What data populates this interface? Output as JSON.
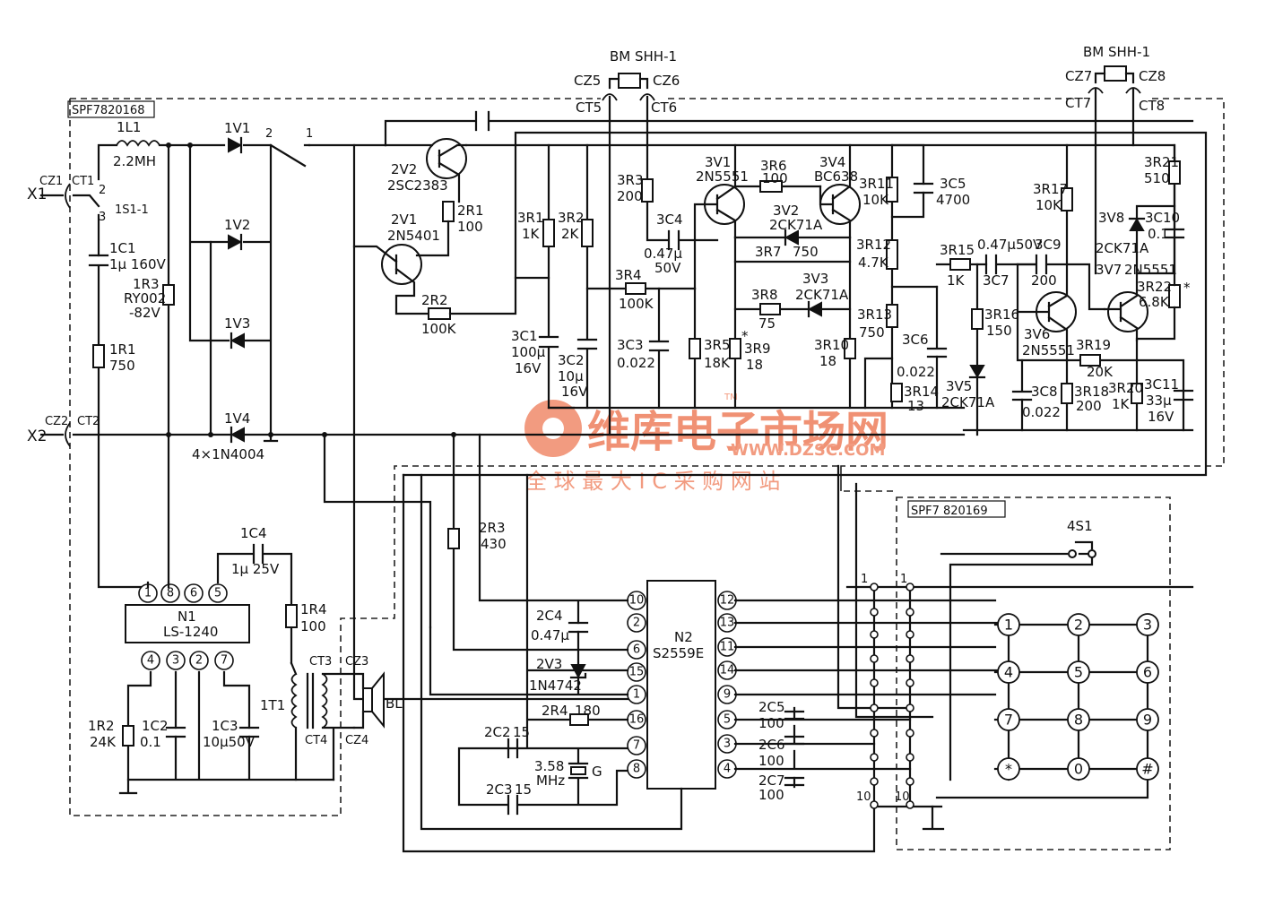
{
  "board_labels": {
    "main_board": "SPF7820168",
    "keypad_board": "SPF7 820169"
  },
  "terminals": {
    "x1": "X1",
    "x2": "X2",
    "cz1": "CZ1",
    "ct1": "CT1",
    "cz2": "CZ2",
    "ct2": "CT2",
    "cz3": "CZ3",
    "ct3": "CT3",
    "cz4": "CZ4",
    "ct4": "CT4",
    "cz5": "CZ5",
    "ct5": "CT5",
    "cz6": "CZ6",
    "ct6": "CT6",
    "cz7": "CZ7",
    "ct7": "CT7",
    "cz8": "CZ8",
    "ct8": "CT8"
  },
  "switches": {
    "s1": "1S1-1",
    "s1_pin2": "2",
    "s1_pin3": "3",
    "bm_left": "BM SHH-1",
    "bm_right": "BM SHH-1",
    "hook_pin2": "2",
    "hook_pin1": "1",
    "s4": "4S1"
  },
  "components": {
    "l1": {
      "name": "1L1",
      "value": "2.2MH"
    },
    "c1": {
      "name": "1C1",
      "value": "1μ 160V"
    },
    "r3": {
      "name": "1R3",
      "value": "RY002",
      "value2": "-82V"
    },
    "r1": {
      "name": "1R1",
      "value": "750"
    },
    "v1": {
      "name": "1V1"
    },
    "v2": {
      "name": "1V2"
    },
    "v3": {
      "name": "1V3"
    },
    "v4": {
      "name": "1V4"
    },
    "bridge": {
      "value": "4×1N4004"
    },
    "q2v2": {
      "name": "2V2",
      "value": "2SC2383"
    },
    "q2v1": {
      "name": "2V1",
      "value": "2N5401"
    },
    "r2r1": {
      "name": "2R1",
      "value": "100"
    },
    "r2r2": {
      "name": "2R2",
      "value": "100K"
    },
    "r2r3": {
      "name": "2R3",
      "value": "430"
    },
    "r2r4": {
      "name": "2R4",
      "value": "180"
    },
    "c2c4": {
      "name": "2C4",
      "value": "0.47μ"
    },
    "z2v3": {
      "name": "2V3",
      "value": "1N4742"
    },
    "c2c2": {
      "name": "2C2",
      "value": "15"
    },
    "c2c3": {
      "name": "2C3",
      "value": "15"
    },
    "xtal": {
      "name": "G",
      "value": "3.58",
      "value2": "MHz"
    },
    "c2c5": {
      "name": "2C5",
      "value": "100"
    },
    "c2c6": {
      "name": "2C6",
      "value": "100"
    },
    "c2c7": {
      "name": "2C7",
      "value": "100"
    },
    "r3r1": {
      "name": "3R1",
      "value": "1K"
    },
    "r3r2": {
      "name": "3R2",
      "value": "2K"
    },
    "r3r3": {
      "name": "3R3",
      "value": "200"
    },
    "r3r4": {
      "name": "3R4",
      "value": "100K"
    },
    "r3r5": {
      "name": "3R5",
      "value": "18K"
    },
    "r3r6": {
      "name": "3R6",
      "value": "100"
    },
    "r3r7": {
      "name": "3R7",
      "value": "750"
    },
    "r3r8": {
      "name": "3R8",
      "value": "75"
    },
    "r3r9": {
      "name": "3R9",
      "value": "18",
      "mark": "*"
    },
    "r3r10": {
      "name": "3R10",
      "value": "18"
    },
    "r3r11": {
      "name": "3R11",
      "value": "10K"
    },
    "r3r12": {
      "name": "3R12",
      "value": "4.7K"
    },
    "r3r13": {
      "name": "3R13",
      "value": "750"
    },
    "r3r14": {
      "name": "3R14",
      "value": "13"
    },
    "r3r15": {
      "name": "3R15",
      "value": "1K"
    },
    "r3r16": {
      "name": "3R16",
      "value": "150"
    },
    "r3r17": {
      "name": "3R17",
      "value": "10K"
    },
    "r3r18": {
      "name": "3R18",
      "value": "200"
    },
    "r3r19": {
      "name": "3R19",
      "value": "20K"
    },
    "r3r20": {
      "name": "3R20",
      "value": "1K"
    },
    "r3r21": {
      "name": "3R21",
      "value": "510"
    },
    "r3r22": {
      "name": "3R22",
      "value": "6.8K",
      "mark": "*"
    },
    "c3c1": {
      "name": "3C1",
      "value": "100μ",
      "value2": "16V"
    },
    "c3c2": {
      "name": "3C2",
      "value": "10μ",
      "value2": "16V"
    },
    "c3c3": {
      "name": "3C3",
      "value": "0.022"
    },
    "c3c4": {
      "name": "3C4",
      "value": "0.47μ",
      "value2": "50V"
    },
    "c3c5": {
      "name": "3C5",
      "value": "4700"
    },
    "c3c6": {
      "name": "3C6",
      "value": "0.022"
    },
    "c3c7": {
      "name": "3C7",
      "value": "0.47μ50V"
    },
    "c3c8": {
      "name": "3C8",
      "value": "0.022"
    },
    "c3c9": {
      "name": "3C9",
      "value": "200"
    },
    "c3c10": {
      "name": "3C10",
      "value": "0.1"
    },
    "c3c11": {
      "name": "3C11",
      "value": "33μ",
      "value2": "16V"
    },
    "q3v1": {
      "name": "3V1",
      "value": "2N5551"
    },
    "q3v4": {
      "name": "3V4",
      "value": "BC638"
    },
    "d3v2": {
      "name": "3V2",
      "value": "2CK71A"
    },
    "d3v3": {
      "name": "3V3",
      "value": "2CK71A"
    },
    "d3v5": {
      "name": "3V5",
      "value": "2CK71A"
    },
    "q3v6": {
      "name": "3V6",
      "value": "2N5551"
    },
    "q3v7": {
      "name": "3V7",
      "value": "2N5551"
    },
    "d3v8": {
      "name": "3V8",
      "value": "2CK71A"
    },
    "c1c4": {
      "name": "1C4",
      "value": "1μ 25V"
    },
    "r1r4": {
      "name": "1R4",
      "value": "100"
    },
    "r1r2": {
      "name": "1R2",
      "value": "24K"
    },
    "c1c2": {
      "name": "1C2",
      "value": "0.1"
    },
    "c1c3": {
      "name": "1C3",
      "value": "10μ50V"
    },
    "t1": {
      "name": "1T1"
    },
    "bl": {
      "name": "BL"
    }
  },
  "ic_n1": {
    "name": "N1",
    "part": "LS-1240",
    "top_pins": [
      "1",
      "8",
      "6",
      "5"
    ],
    "bottom_pins": [
      "4",
      "3",
      "2",
      "7"
    ]
  },
  "ic_n2": {
    "name": "N2",
    "part": "S2559E",
    "left_pins": [
      "10",
      "2",
      "6",
      "15",
      "1",
      "16",
      "7",
      "8"
    ],
    "right_pins": [
      "12",
      "13",
      "11",
      "14",
      "9",
      "5",
      "3",
      "4"
    ]
  },
  "connector_marks": {
    "a_top": "1",
    "b_top": "1",
    "a_bot": "10",
    "b_bot": "10"
  },
  "keypad": [
    "1",
    "2",
    "3",
    "4",
    "5",
    "6",
    "7",
    "8",
    "9",
    "*",
    "0",
    "#"
  ],
  "watermark": {
    "brand": "维库电子市场网",
    "url": "WWW.DZSC.COM",
    "tm": "TM",
    "slogan": "全 球 最 大 I C 采 购 网 站"
  }
}
